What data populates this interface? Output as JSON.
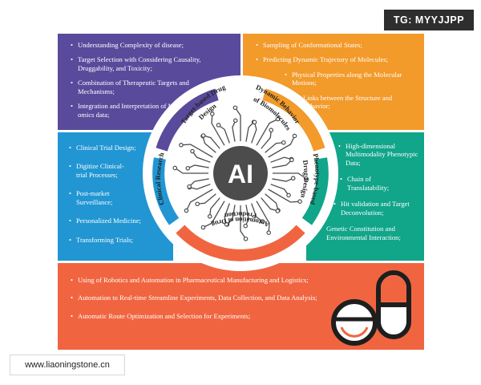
{
  "watermarks": {
    "top_right": "TG: MYYJJPP",
    "bottom_left": "www.liaoningstone.cn"
  },
  "colors": {
    "purple": "#5a4a9c",
    "orange": "#f29a2a",
    "blue": "#2196d3",
    "teal": "#11a58a",
    "red": "#f06540",
    "core": "#4c4c4c"
  },
  "center": {
    "label": "AI",
    "icon": "circuit-chip-icon"
  },
  "ring_labels": {
    "target_based": [
      "Target-based Drug",
      "Design"
    ],
    "dynamic_behavior": [
      "Dynamic Behavior",
      "of Biomolecules"
    ],
    "phenotype_based": [
      "Phenotype-based",
      "Drug Design"
    ],
    "automation": [
      "Automation of Drug",
      "Production"
    ],
    "clinical_research": [
      "Clinical Research"
    ]
  },
  "panels": {
    "target_based": [
      "Understanding Complexity of disease;",
      "Target Selection with Considering Causality, Druggability, and Toxicity;",
      "Combination of Therapeutic Targets and Mechanisms;",
      "Integration and Interpretation of Multi-omics data;"
    ],
    "dynamic_behavior": [
      "Sampling of Conformational States;",
      "Predicting Dynamic Trajectory of Molecules;",
      "Physical Properties along the Molecular Motions;",
      "Links between the Structure and Behavior;"
    ],
    "clinical_research": [
      "Clinical Trial Design;",
      "Digitize Clinical-trial Processes;",
      "Post-market Surveillance;",
      "Personalized Medicine;",
      "Transforming Trials;"
    ],
    "phenotype_based": [
      "High-dimensional Multimodality Phenotypic Data;",
      "Chain of Translatability;",
      "Hit validation and Target Deconvolution;",
      "Genetic Constitution and Environmental Interaction;"
    ],
    "automation": [
      "Using of Robotics and Automation in Pharmaceutical Manufacturing and Logistics;",
      "Automation to Real-time Streamline Experiments, Data Collection, and Data Analysis;",
      "Automatic Route Optimization and Selection for Experiments;"
    ]
  },
  "icons": {
    "pill": "pill-icon",
    "capsule": "capsule-icon"
  }
}
